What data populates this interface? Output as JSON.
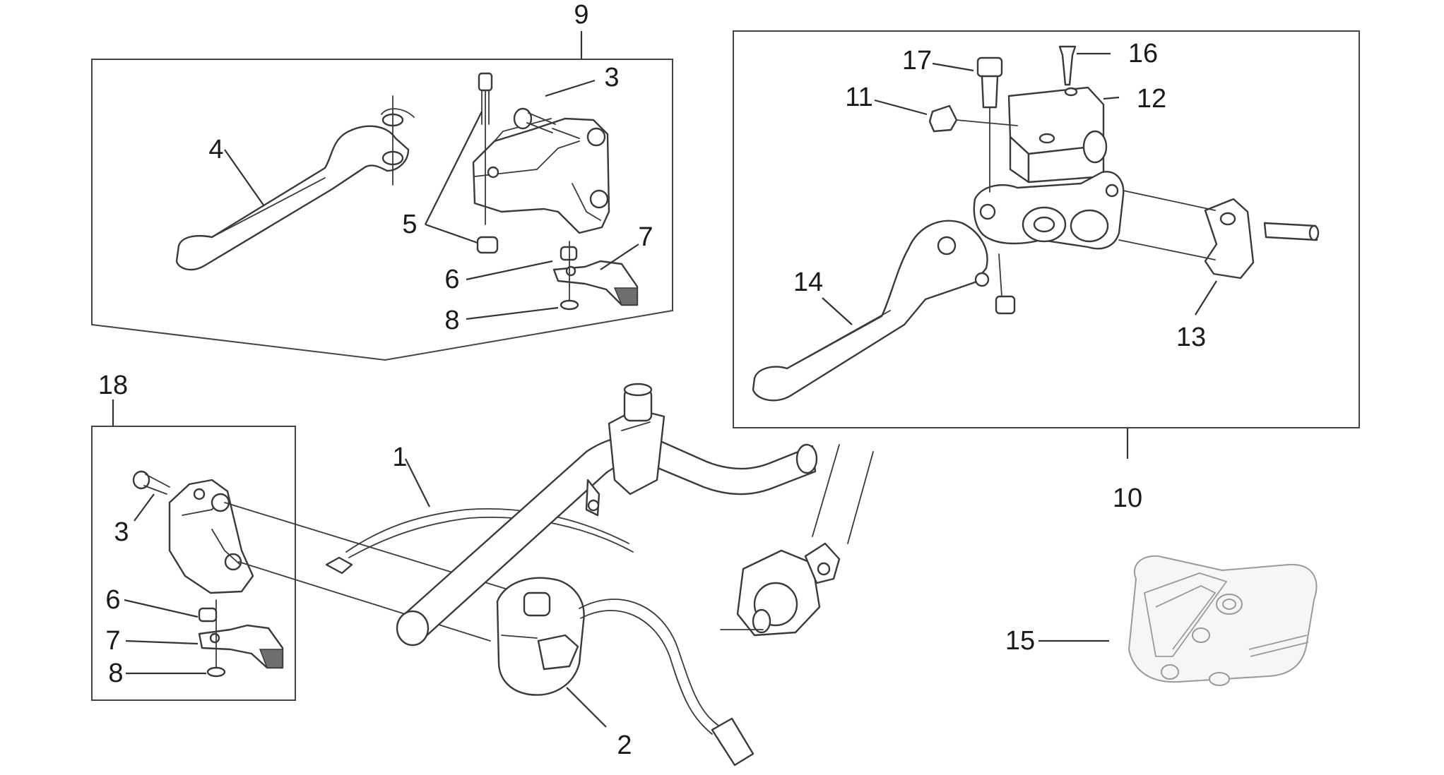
{
  "callouts": [
    {
      "id": "9",
      "label": "9"
    },
    {
      "id": "3a",
      "label": "3"
    },
    {
      "id": "4",
      "label": "4"
    },
    {
      "id": "5",
      "label": "5"
    },
    {
      "id": "6a",
      "label": "6"
    },
    {
      "id": "7a",
      "label": "7"
    },
    {
      "id": "8a",
      "label": "8"
    },
    {
      "id": "18",
      "label": "18"
    },
    {
      "id": "3b",
      "label": "3"
    },
    {
      "id": "6b",
      "label": "6"
    },
    {
      "id": "7b",
      "label": "7"
    },
    {
      "id": "8b",
      "label": "8"
    },
    {
      "id": "1",
      "label": "1"
    },
    {
      "id": "2",
      "label": "2"
    },
    {
      "id": "17",
      "label": "17"
    },
    {
      "id": "16",
      "label": "16"
    },
    {
      "id": "11",
      "label": "11"
    },
    {
      "id": "12",
      "label": "12"
    },
    {
      "id": "14",
      "label": "14"
    },
    {
      "id": "13",
      "label": "13"
    },
    {
      "id": "10",
      "label": "10"
    },
    {
      "id": "15",
      "label": "15"
    }
  ]
}
